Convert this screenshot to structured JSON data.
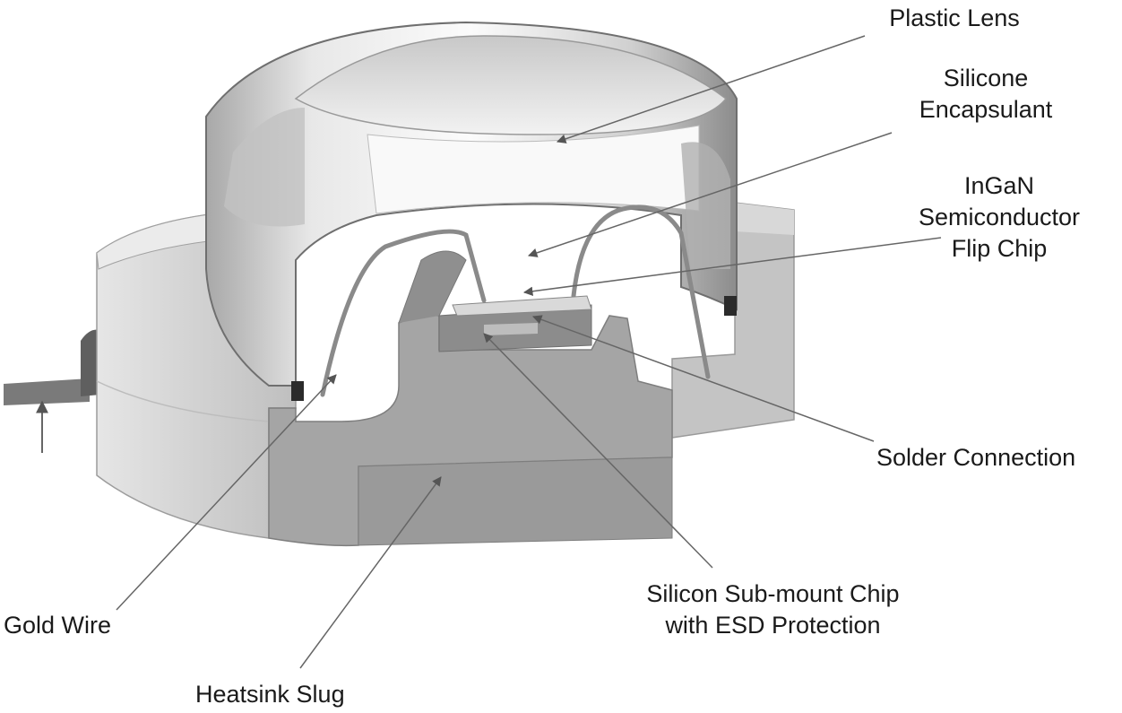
{
  "labels": {
    "plastic_lens": "Plastic Lens",
    "silicone_encapsulant": [
      "Silicone",
      "Encapsulant"
    ],
    "ingan_chip": [
      "InGaN",
      "Semiconductor",
      "Flip Chip"
    ],
    "solder_connection": "Solder Connection",
    "submount_chip": [
      "Silicon Sub-mount Chip",
      "with ESD Protection"
    ],
    "gold_wire": "Gold Wire",
    "heatsink_slug": "Heatsink Slug"
  },
  "colors": {
    "leader": "#666666",
    "housing": "#c9c9c9",
    "heatsink": "#9f9f9f",
    "lens": "#d4d4d4"
  }
}
